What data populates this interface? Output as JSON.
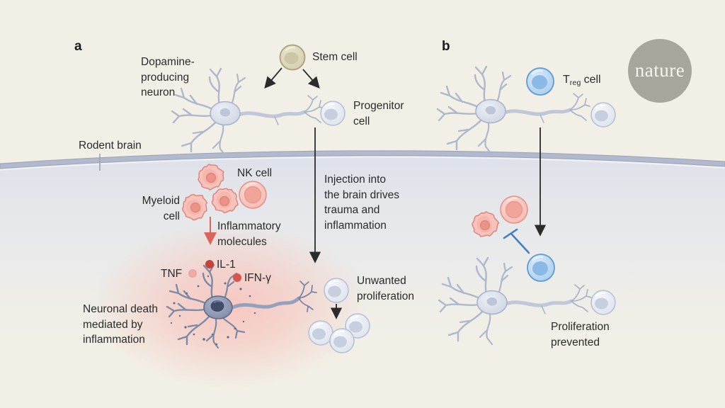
{
  "figure": {
    "type": "scientific-illustration",
    "publisher_logo": "nature"
  },
  "panel_a": {
    "label": "a",
    "dopamine_neuron_label": "Dopamine-\nproducing\nneuron",
    "stem_cell_label": "Stem cell",
    "progenitor_label": "Progenitor\ncell",
    "rodent_brain_label": "Rodent brain",
    "nk_cell_label": "NK cell",
    "myeloid_label": "Myeloid\ncell",
    "inflammatory_label": "Inflammatory\nmolecules",
    "molecules": {
      "tnf": "TNF",
      "il1": "IL-1",
      "ifng": "IFN-γ"
    },
    "neuronal_death_label": "Neuronal death\nmediated by\ninflammation",
    "injection_label": "Injection into\nthe brain drives\ntrauma and\ninflammation",
    "unwanted_label": "Unwanted\nproliferation"
  },
  "panel_b": {
    "label": "b",
    "treg_prefix": "T",
    "treg_sub": "reg",
    "treg_suffix": "cell",
    "proliferation_label": "Proliferation\nprevented"
  },
  "logo": {
    "text": "nature",
    "bg": "#a8a59d",
    "fg": "#f6f4ec"
  },
  "colors": {
    "background": "#f2f0e6",
    "brain_band": "#b2b9cc",
    "brain_fill": "#dfe3ed",
    "text": "#2b2b2b",
    "arrow_black": "#2b2b2b",
    "arrow_red": "#d9655c",
    "inhibit_blue": "#3f7dc4",
    "glow_pink": "#f6c9c2",
    "stem_cell": "#d6d0b2",
    "gray_cell": "#dde2ec",
    "blue_cell": "#a9cdec",
    "pink_cell": "#f3b3ab",
    "il1_dot": "#c6423c",
    "ifng_dot": "#d8544d",
    "tnf_dot": "#f2aaa3"
  }
}
